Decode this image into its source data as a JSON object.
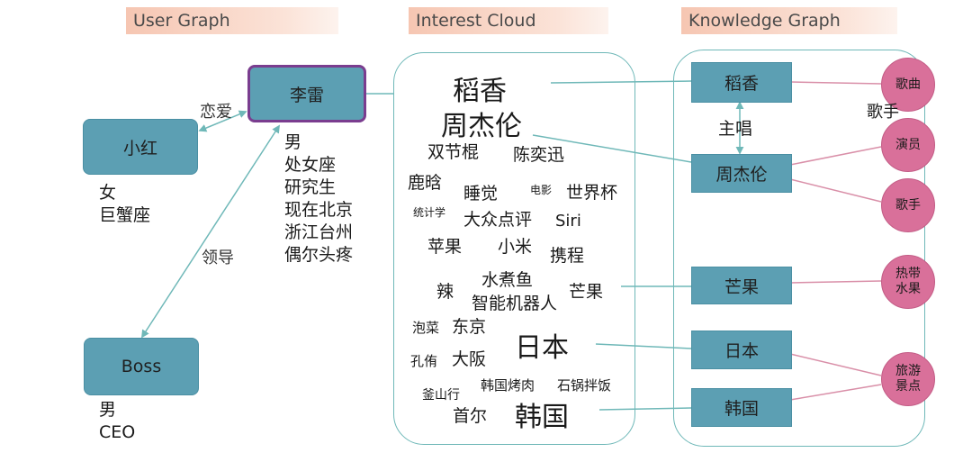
{
  "headers": {
    "user_graph": "User Graph",
    "interest_cloud": "Interest Cloud",
    "knowledge_graph": "Knowledge Graph"
  },
  "user_graph": {
    "li_lei": {
      "name": "李雷",
      "attributes": "男\n处女座\n研究生\n现在北京\n浙江台州\n偶尔头疼"
    },
    "xiao_hong": {
      "name": "小红",
      "attributes": "女\n巨蟹座"
    },
    "boss": {
      "name": "Boss",
      "attributes": "男\nCEO"
    },
    "edge_love": "恋爱",
    "edge_lead": "领导"
  },
  "interest_cloud": {
    "words": [
      "稻香",
      "周杰伦",
      "双节棍",
      "陈奕迅",
      "鹿晗",
      "睡觉",
      "电影",
      "世界杯",
      "统计学",
      "大众点评",
      "Siri",
      "苹果",
      "小米",
      "携程",
      "辣",
      "水煮鱼",
      "智能机器人",
      "芒果",
      "泡菜",
      "东京",
      "日本",
      "孔侑",
      "大阪",
      "釜山行",
      "韩国烤肉",
      "石锅拌饭",
      "首尔",
      "韩国"
    ]
  },
  "knowledge_graph": {
    "entities": [
      "稻香",
      "周杰伦",
      "芒果",
      "日本",
      "韩国"
    ],
    "relation_sing": "主唱",
    "categories": [
      "歌曲",
      "演员",
      "歌手",
      "热带\n水果",
      "旅游\n景点"
    ],
    "stray_label": "歌手"
  },
  "colors": {
    "box_fill": "#5c9fb3",
    "selected_border": "#7a3d8f",
    "circle_fill": "#d9709a",
    "link_teal": "#6fb8b8",
    "link_pink": "#d98fa8",
    "header_fill": "#f6c6b2"
  }
}
